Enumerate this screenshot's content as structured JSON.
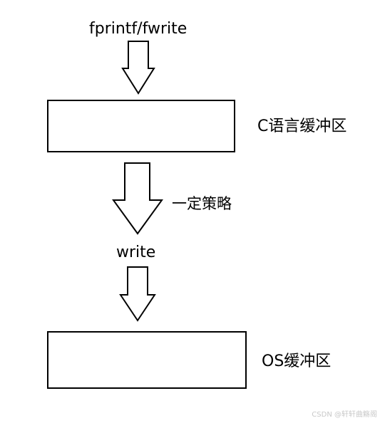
{
  "diagram": {
    "top_label": "fprintf/fwrite",
    "c_buffer_label": "C语言缓冲区",
    "strategy_label": "一定策略",
    "write_label": "write",
    "os_buffer_label": "OS缓冲区"
  },
  "watermark": "CSDN @轩轩曲觞阁"
}
